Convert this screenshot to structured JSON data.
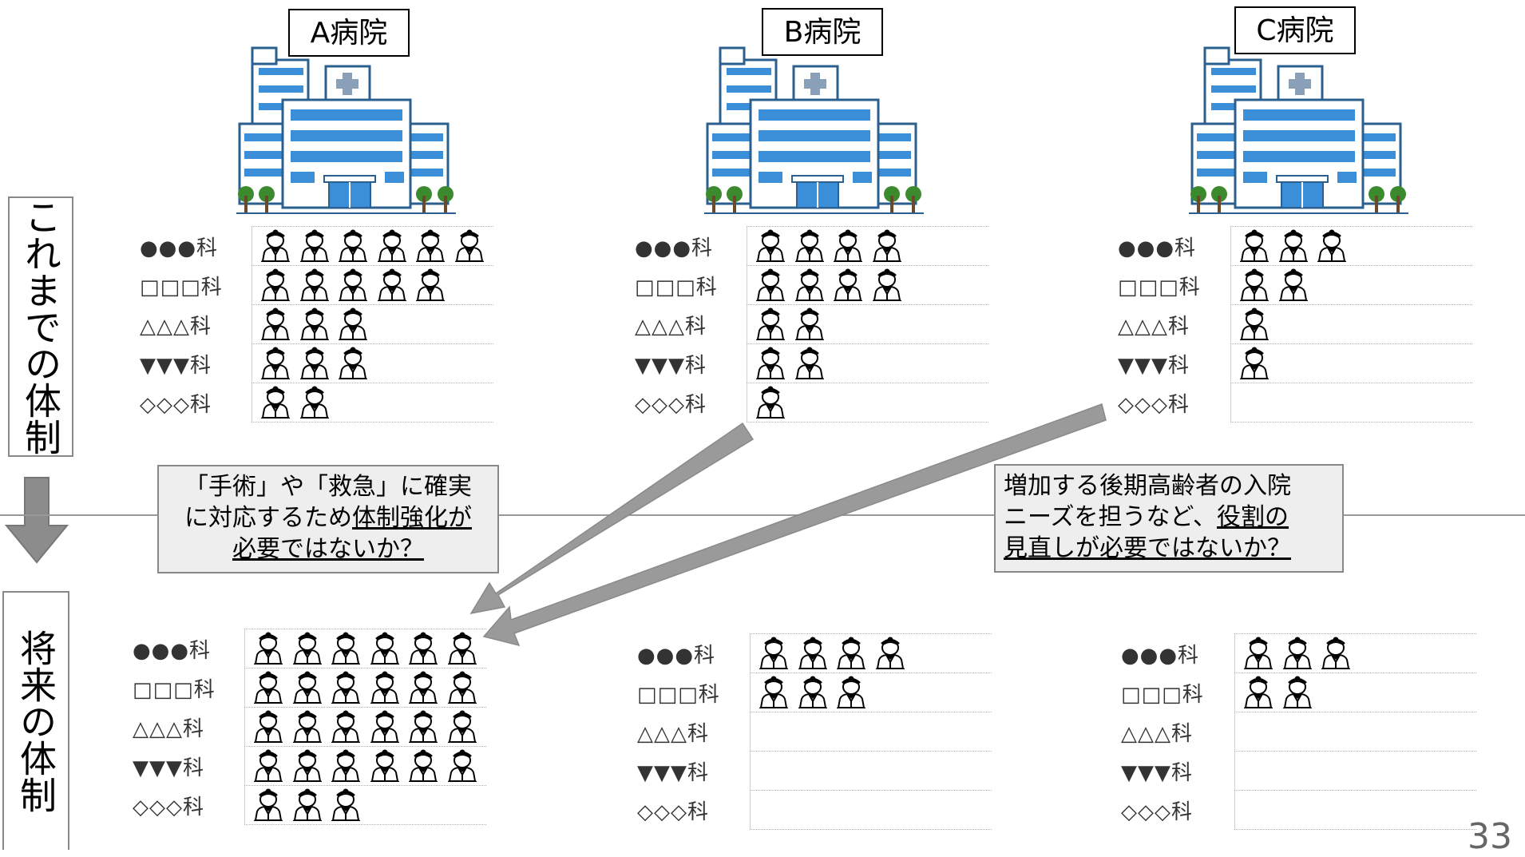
{
  "hospitals": [
    {
      "label": "A病院"
    },
    {
      "label": "B病院"
    },
    {
      "label": "C病院"
    }
  ],
  "periods": {
    "current": "これまでの体制",
    "future": "将来の体制"
  },
  "departments": [
    "●●●科",
    "□□□科",
    "△△△科",
    "▼▼▼科",
    "◇◇◇科"
  ],
  "doctor_counts": {
    "current": [
      [
        6,
        5,
        3,
        3,
        2
      ],
      [
        4,
        4,
        2,
        2,
        1
      ],
      [
        3,
        2,
        1,
        1,
        0
      ]
    ],
    "future": [
      [
        6,
        6,
        6,
        6,
        3
      ],
      [
        4,
        3,
        0,
        0,
        0
      ],
      [
        3,
        2,
        0,
        0,
        0
      ]
    ]
  },
  "callouts": {
    "left": {
      "line1": "「手術」や「救急」に確実",
      "line2_plain": "に対応するため",
      "line2_underline": "体制強化が",
      "line3_underline": "必要ではないか？"
    },
    "right": {
      "line1": "増加する後期高齢者の入院",
      "line2_plain": "ニーズを担うなど、",
      "line2_underline": "役割の",
      "line3_underline": "見直しが必要ではないか？"
    }
  },
  "page_number": "33",
  "colors": {
    "building_blue": "#3a8fd8",
    "building_outline": "#2b5f8f",
    "arrow_gray": "#9a9a9a",
    "callout_bg": "#eeeeee"
  }
}
